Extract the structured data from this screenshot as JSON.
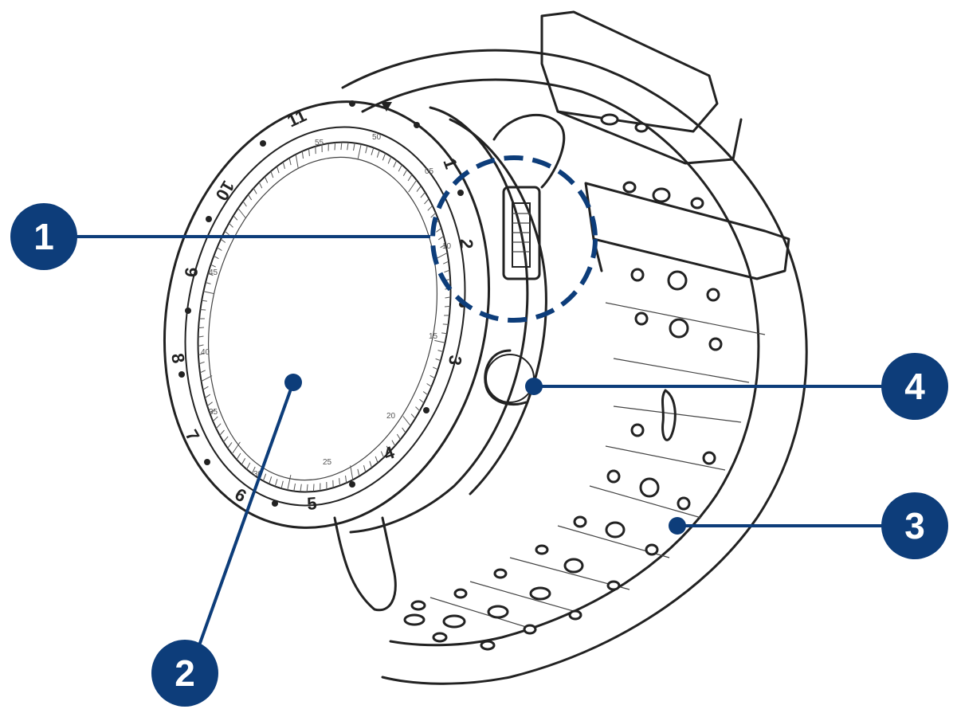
{
  "callouts": [
    {
      "id": "1",
      "label": "1"
    },
    {
      "id": "2",
      "label": "2"
    },
    {
      "id": "3",
      "label": "3"
    },
    {
      "id": "4",
      "label": "4"
    }
  ],
  "bezel": {
    "numbers": [
      "11",
      "1",
      "2",
      "3",
      "4",
      "5",
      "6",
      "7",
      "8",
      "9",
      "10"
    ]
  },
  "inner_ring": {
    "numbers": [
      "55",
      "50",
      "05",
      "10",
      "15",
      "20",
      "25",
      "30",
      "35",
      "40",
      "45"
    ]
  },
  "colors": {
    "callout": "#0d3d7a",
    "linework": "#222222",
    "background": "#ffffff"
  }
}
